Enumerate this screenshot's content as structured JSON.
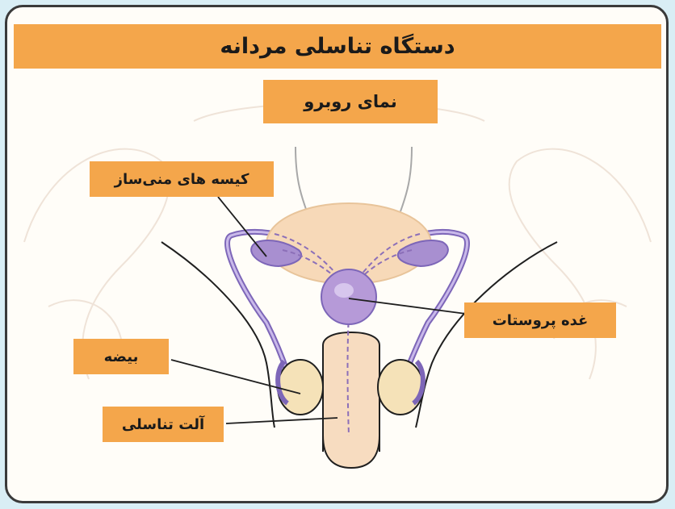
{
  "title": "دستگاه تناسلی مردانه",
  "subtitle": "نمای روبرو",
  "labels": {
    "seminal_vesicles": "کیسه های منی‌ساز",
    "prostate": "غده پروستات",
    "testis": "بیضه",
    "penis": "آلت تناسلی"
  },
  "colors": {
    "label_background": "#f4a64b",
    "frame_border": "#3a3a3a",
    "page_background": "#d9eef5",
    "organ_purple": "#a88fd0",
    "bladder": "#f7d9b8"
  }
}
